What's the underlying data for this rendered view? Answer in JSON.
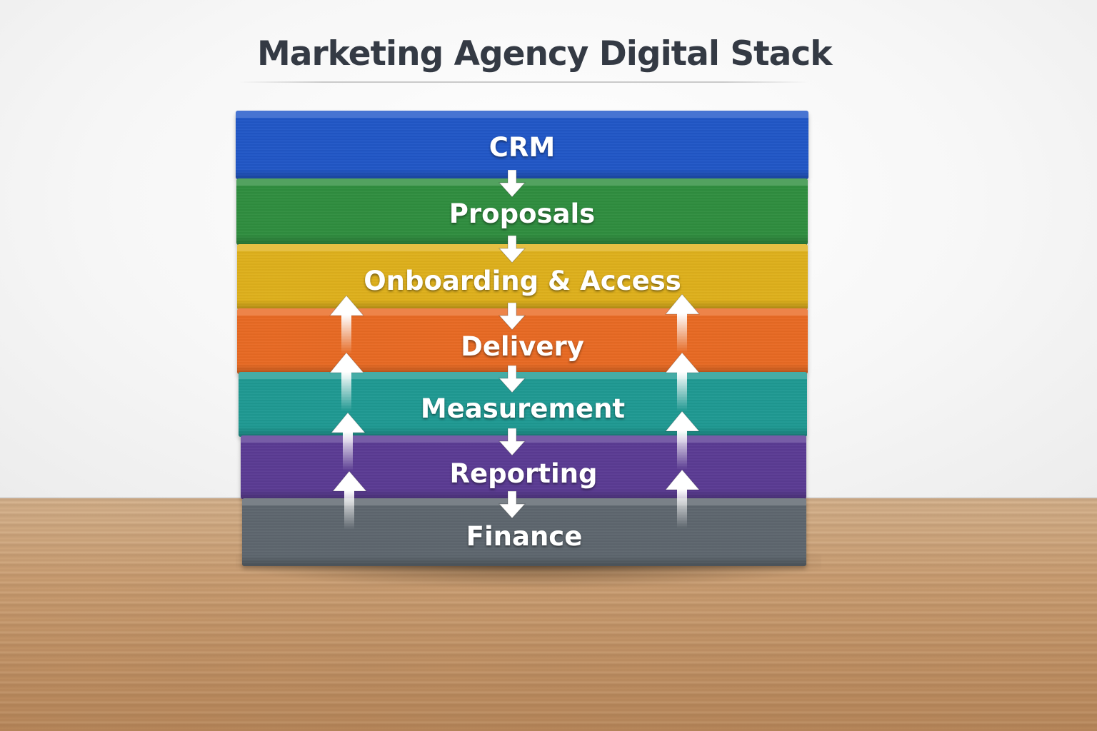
{
  "title": "Marketing Agency Digital Stack",
  "layers": [
    {
      "label": "CRM",
      "color": "#1f56c8"
    },
    {
      "label": "Proposals",
      "color": "#2e8e3e"
    },
    {
      "label": "Onboarding & Access",
      "color": "#e0b11a"
    },
    {
      "label": "Delivery",
      "color": "#ea6a22"
    },
    {
      "label": "Measurement",
      "color": "#1d9a93"
    },
    {
      "label": "Reporting",
      "color": "#5a3a94"
    },
    {
      "label": "Finance",
      "color": "#5d666e"
    }
  ],
  "flow": {
    "down_arrow_icon": "arrow-down-icon",
    "up_arrow_icon": "arrow-up-icon"
  }
}
